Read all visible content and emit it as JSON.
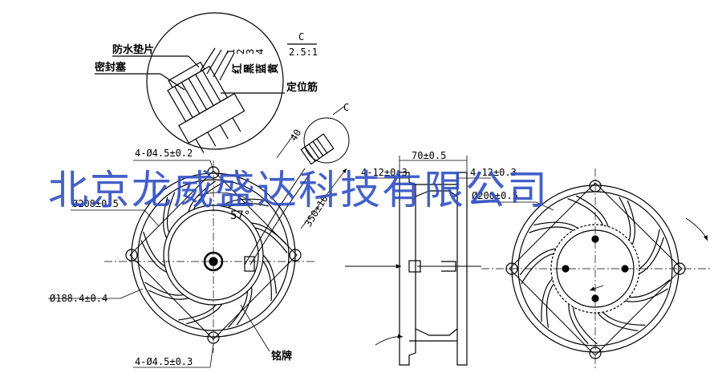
{
  "watermark": "北京龙威盛达科技有限公司",
  "detail": {
    "letter": "C",
    "scale": "2.5:1",
    "labels": {
      "gasket": "防水垫片",
      "seal": "密封塞",
      "rib": "定位筋"
    },
    "pins": [
      "1",
      "2",
      "3",
      "4"
    ],
    "wires": [
      "红",
      "黑",
      "蓝",
      "黄"
    ]
  },
  "front_view": {
    "section_mark": "C",
    "dims": {
      "hole_top": "4-Ø4.5±0.2",
      "outer_dia": "Ø208±0.5",
      "angle": "57°",
      "wire_length": "350±10",
      "wire_strip": "40",
      "inner_dia": "Ø188.4±0.4",
      "hole_bottom": "4-Ø4.5±0.3",
      "nameplate": "铭牌"
    }
  },
  "side_view": {
    "dims": {
      "depth": "70±0.5",
      "thread_left": "4-12±0.3",
      "thread_right": "4-12±0.3"
    }
  },
  "rear_view": {
    "dims": {
      "dia": "Ø200±0.5"
    }
  }
}
